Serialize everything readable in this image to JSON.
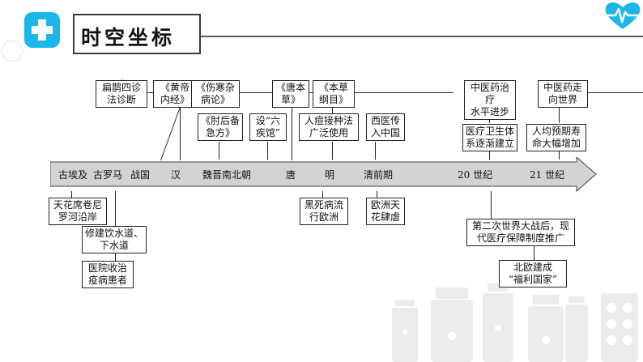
{
  "title": "时空坐标",
  "colors": {
    "accent": "#1bb7e9",
    "arrow_fill": "#d3d3d3",
    "box_border": "#222222"
  },
  "icons": [
    "medical-cross-icon",
    "heartbeat-heart-icon"
  ],
  "timeline": [
    "古埃及",
    "古罗马",
    "战国",
    "汉",
    "魏晋南北朝",
    "唐",
    "明",
    "清前期",
    "20 世纪",
    "21 世纪"
  ],
  "top_boxes": {
    "bianque": "扁鹊四诊\n法诊断",
    "huangdi": "《黄帝\n内经》",
    "shanghan": "《伤寒杂\n病论》",
    "zhouhou": "《肘后备\n急方》",
    "liujiguan": "设“六\n疾馆”",
    "tangbencao": "《唐本\n草》",
    "bencao_gangmu": "《本草\n纲目》",
    "rendou": "人痘接种法\n广泛使用",
    "xiyi": "西医传\n入中国",
    "zhongyi_zhiliao": "中医药治疗\n水平进步",
    "zhongyi_zouxiang": "中医药走\n向世界",
    "yiliao_weisheng": "医疗卫生体\n系逐渐建立",
    "renjun_shouming": "人均预期寿\n命大幅增加"
  },
  "bottom_boxes": {
    "tianhua": "天花席卷尼\n罗河沿岸",
    "yinshui": "修建饮水道、\n下水道",
    "yiyuan": "医院收治\n疫病患者",
    "heisibing": "黑死病流\n行欧洲",
    "ouzhou_tianhua": "欧洲天\n花肆虐",
    "erzhan": "第二次世界大战后，现\n代医疗保障制度推广",
    "beiou": "北欧建成\n“福利国家”"
  }
}
